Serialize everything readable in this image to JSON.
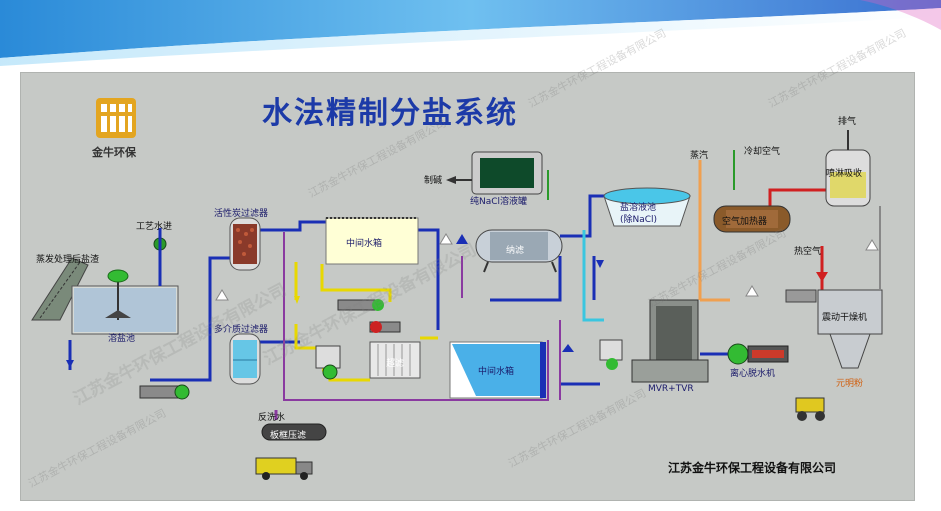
{
  "title": "水法精制分盐系统",
  "logo": {
    "name": "金牛环保",
    "icon": "logo-icon"
  },
  "company": "江苏金牛环保工程设备有限公司",
  "watermark": "江苏金牛环保工程设备有限公司",
  "labels": {
    "feed": "蒸发处理后盐渣",
    "process_water": "工艺水进",
    "dissolve_tank": "溶盐池",
    "carbon_filter": "活性炭过滤器",
    "media_filter": "多介质过滤器",
    "backwash": "反洗水",
    "sludge_tank": "板框压滤",
    "mid_tank_1": "中间水箱",
    "mid_tank_2": "中间水箱",
    "uf": "超滤",
    "nf": "纳滤",
    "nacl_tank": "纯NaCl溶液罐",
    "alkali": "制碱",
    "brine_tank_line1": "盐溶液池",
    "brine_tank_line2": "(除NaCl)",
    "mvr": "MVR+TVR",
    "centrifuge": "离心脱水机",
    "air_heater": "空气加热器",
    "steam": "蒸汽",
    "cold_air": "冷却空气",
    "hot_air": "热空气",
    "exhaust": "排气",
    "scrubber": "喷淋吸收",
    "dryer": "震动干燥机",
    "product": "元明粉"
  },
  "colors": {
    "title": "#1c3aa8",
    "panel": "#c6c9c6",
    "pipe_water": "#1a2fb5",
    "pipe_yellow": "#e8d800",
    "pipe_purple": "#8a3aa0",
    "pipe_orange": "#f0a050",
    "pipe_green": "#2a9a2a",
    "pipe_red": "#d02020",
    "pipe_cyan": "#3ac6e0"
  }
}
